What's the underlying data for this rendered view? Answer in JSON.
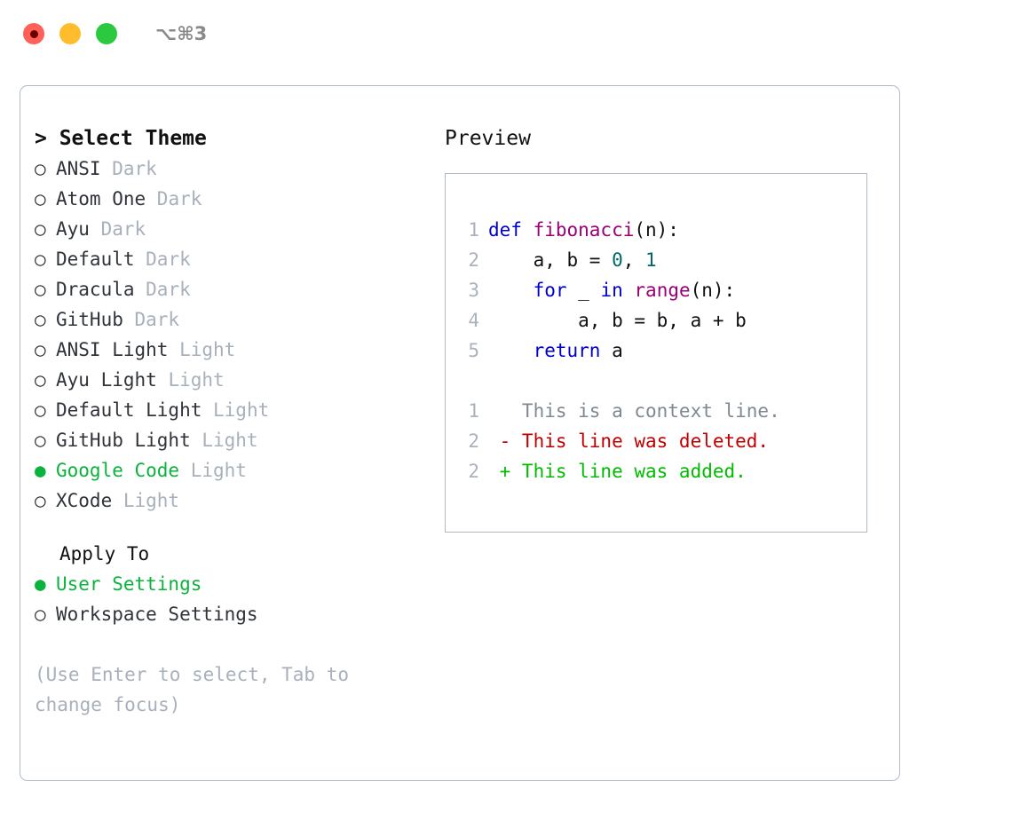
{
  "titlebar": {
    "shortcut": "⌥⌘3",
    "buttons": [
      {
        "name": "close",
        "color": "#ff6058"
      },
      {
        "name": "minimize",
        "color": "#ffbd2e"
      },
      {
        "name": "maximize",
        "color": "#2ac940"
      }
    ]
  },
  "theme_selector": {
    "heading": "> Select Theme",
    "options": [
      {
        "marker": "○",
        "label": "ANSI",
        "variant": "Dark",
        "selected": false
      },
      {
        "marker": "○",
        "label": "Atom One",
        "variant": "Dark",
        "selected": false
      },
      {
        "marker": "○",
        "label": "Ayu",
        "variant": "Dark",
        "selected": false
      },
      {
        "marker": "○",
        "label": "Default",
        "variant": "Dark",
        "selected": false
      },
      {
        "marker": "○",
        "label": "Dracula",
        "variant": "Dark",
        "selected": false
      },
      {
        "marker": "○",
        "label": "GitHub",
        "variant": "Dark",
        "selected": false
      },
      {
        "marker": "○",
        "label": "ANSI Light",
        "variant": "Light",
        "selected": false
      },
      {
        "marker": "○",
        "label": "Ayu Light",
        "variant": "Light",
        "selected": false
      },
      {
        "marker": "○",
        "label": "Default Light",
        "variant": "Light",
        "selected": false
      },
      {
        "marker": "○",
        "label": "GitHub Light",
        "variant": "Light",
        "selected": false
      },
      {
        "marker": "●",
        "label": "Google Code",
        "variant": "Light",
        "selected": true
      },
      {
        "marker": "○",
        "label": "XCode",
        "variant": "Light",
        "selected": false
      }
    ]
  },
  "apply_to": {
    "heading": "Apply To",
    "options": [
      {
        "marker": "●",
        "label": "User Settings",
        "selected": true
      },
      {
        "marker": "○",
        "label": "Workspace Settings",
        "selected": false
      }
    ]
  },
  "hint": "(Use Enter to select, Tab to\nchange focus)",
  "preview": {
    "title": "Preview",
    "code_lines": [
      {
        "number": "1",
        "tokens": [
          {
            "text": "def ",
            "type": "kw"
          },
          {
            "text": "fibonacci",
            "type": "fn"
          },
          {
            "text": "(n):",
            "type": "pl"
          }
        ]
      },
      {
        "number": "2",
        "tokens": [
          {
            "text": "    a, b = ",
            "type": "pl"
          },
          {
            "text": "0",
            "type": "num"
          },
          {
            "text": ", ",
            "type": "pl"
          },
          {
            "text": "1",
            "type": "num"
          }
        ]
      },
      {
        "number": "3",
        "tokens": [
          {
            "text": "    ",
            "type": "pl"
          },
          {
            "text": "for",
            "type": "kw"
          },
          {
            "text": " _ ",
            "type": "pl"
          },
          {
            "text": "in",
            "type": "kw"
          },
          {
            "text": " ",
            "type": "pl"
          },
          {
            "text": "range",
            "type": "fn"
          },
          {
            "text": "(n):",
            "type": "pl"
          }
        ]
      },
      {
        "number": "4",
        "tokens": [
          {
            "text": "        a, b = b, a + b",
            "type": "pl"
          }
        ]
      },
      {
        "number": "5",
        "tokens": [
          {
            "text": "    ",
            "type": "pl"
          },
          {
            "text": "return",
            "type": "kw"
          },
          {
            "text": " a",
            "type": "pl"
          }
        ]
      }
    ],
    "diff_lines": [
      {
        "number": "1",
        "sign": " ",
        "text": "This is a context line.",
        "type": "ctx"
      },
      {
        "number": "2",
        "sign": "-",
        "text": "This line was deleted.",
        "type": "del"
      },
      {
        "number": "2",
        "sign": "+",
        "text": "This line was added.",
        "type": "add"
      }
    ]
  },
  "colors": {
    "accent_green": "#0ab33c",
    "muted": "#a8b0bb",
    "border": "#b0bac6",
    "keyword": "#0000cc",
    "function": "#990073",
    "number": "#006666",
    "diff_add": "#00bb00",
    "diff_del": "#c00000",
    "diff_ctx": "#808890"
  }
}
